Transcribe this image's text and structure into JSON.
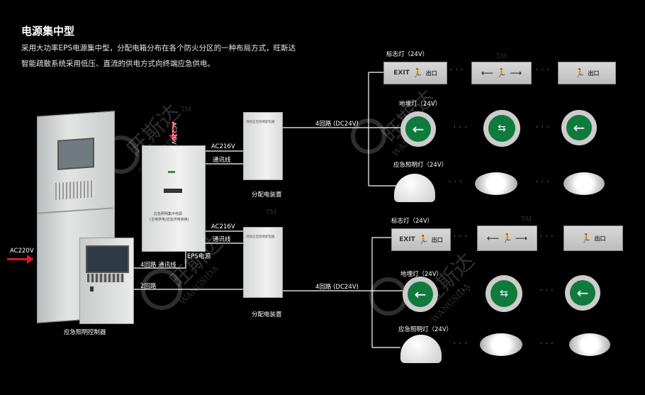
{
  "title": "电源集中型",
  "intro": {
    "line1": "采用大功率EPS电源集中型，分配电箱分布在各个防火分区的一种布局方式，旺斯达",
    "line2": "智能疏散系统采用低压、直流的供电方式向终端应急供电。"
  },
  "labels": {
    "ac220": "AC220V",
    "ac220_vertical": "AC220V",
    "ac216_top": "AC216V",
    "comm_top": "通讯线",
    "ac216_bottom": "AC216V",
    "comm_bottom": "通讯线",
    "eps_power": "EPS电源",
    "loop4_comm": "4回路 通讯线",
    "loop2": "2回路",
    "loop_dc_top": "4回路 (DC24V)",
    "loop_dc_bottom": "4回路 (DC24V)",
    "distribution_top": "分配电装置",
    "distribution_bottom": "分配电装置",
    "controller": "应急照明控制器"
  },
  "device_text": {
    "box_top": "消防应急照明配电箱",
    "box_bottom": "消防应急照明配电箱",
    "eps_line1": "应急照明集中电源",
    "eps_line2": "(主电供电/应急供电转换)"
  },
  "groups": [
    {
      "sign_label": "标志灯（24V）",
      "floor_label": "地埋灯（24V）",
      "lighting_label": "应急照明灯（24V）"
    },
    {
      "sign_label": "标志灯（24V）",
      "floor_label": "地埋灯（24V）",
      "lighting_label": "应急照明灯（24V）"
    }
  ],
  "sign": {
    "exit": "EXIT",
    "cn": "出口",
    "icon": "running-man-icon"
  },
  "dots": "· · ·",
  "watermark": {
    "cn": "旺斯达",
    "en": "WANGSIDA",
    "tm": "TM"
  },
  "colors": {
    "arrow_red": "#e0142a",
    "floor_green": "#0f7a3c",
    "wire": "#ffffff"
  }
}
